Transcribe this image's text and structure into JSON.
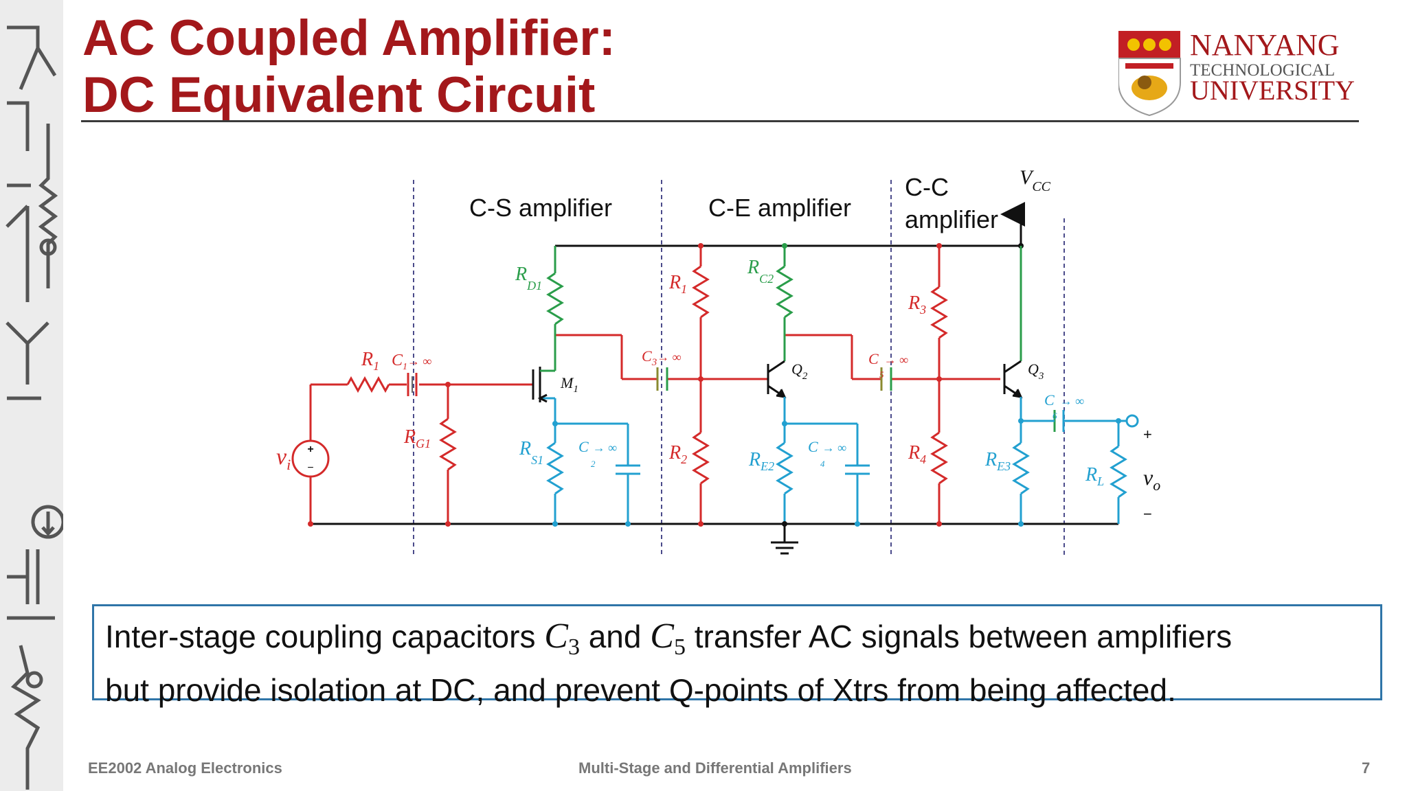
{
  "slide": {
    "title_line1": "AC Coupled Amplifier:",
    "title_line2": "DC Equivalent Circuit"
  },
  "logo": {
    "line1": "NANYANG",
    "line2": "TECHNOLOGICAL",
    "line3": "UNIVERSITY",
    "color": "#a3181b"
  },
  "circuit": {
    "stage_labels": [
      "C-S amplifier",
      "C-E amplifier",
      "C-C",
      "amplifier"
    ],
    "vcc": "V",
    "vcc_sub": "CC",
    "vi": "v",
    "vi_sub": "i",
    "vo": "v",
    "vo_sub": "o",
    "plus": "+",
    "minus": "−",
    "components": {
      "R1": "R",
      "R1_sub": "1",
      "C1": "C",
      "C1_sub": "1",
      "C1_val": "→ ∞",
      "RG1": "R",
      "RG1_sub": "G1",
      "RD1": "R",
      "RD1_sub": "D1",
      "M1": "M",
      "M1_sub": "1",
      "RS1": "R",
      "RS1_sub": "S1",
      "C2": "C",
      "C2_sub": "2",
      "C2_val": "→ ∞",
      "C3": "C",
      "C3_sub": "3",
      "C3_val": "→ ∞",
      "Rb1": "R",
      "Rb1_sub": "1",
      "Rb2": "R",
      "Rb2_sub": "2",
      "RC2": "R",
      "RC2_sub": "C2",
      "Q2": "Q",
      "Q2_sub": "2",
      "RE2": "R",
      "RE2_sub": "E2",
      "C4": "C",
      "C4_sub": "4",
      "C4_val": "→ ∞",
      "C5": "C",
      "C5_sub": "5",
      "C5_val": "→ ∞",
      "R3": "R",
      "R3_sub": "3",
      "R4": "R",
      "R4_sub": "4",
      "Q3": "Q",
      "Q3_sub": "3",
      "RE3": "R",
      "RE3_sub": "E3",
      "C6": "C",
      "C6_sub": "6",
      "C6_val": "→ ∞",
      "RL": "R",
      "RL_sub": "L"
    },
    "colors": {
      "red": "#d42a2a",
      "green": "#2a9d4a",
      "blue": "#22a0d0",
      "black": "#111111",
      "divider": "#4a4a8a"
    }
  },
  "note": {
    "line1_pre": "Inter-stage coupling capacitors ",
    "c3": "C",
    "c3_sub": "3",
    "and": " and ",
    "c5": "C",
    "c5_sub": "5",
    "line1_post": " transfer AC signals between amplifiers",
    "line2": "but provide isolation at DC, and prevent Q-points of Xtrs from being affected."
  },
  "footer": {
    "course": "EE2002 Analog Electronics",
    "topic": "Multi-Stage and Differential Amplifiers",
    "page": "7"
  }
}
